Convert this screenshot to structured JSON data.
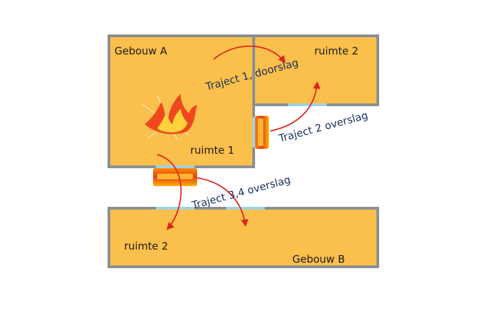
{
  "labels": {
    "gebouw_a": "Gebouw A",
    "gebouw_b": "Gebouw B",
    "ruimte_1": "ruimte 1",
    "ruimte_2_top": "ruimte 2",
    "ruimte_2_bottom": "ruimte 2"
  },
  "trajects": {
    "t1": "Traject 1, doorslag",
    "t2": "Traject 2 overslag",
    "t34": "Traject 3,4 overslag"
  },
  "colors": {
    "room_fill": "#fbbf4b",
    "wall": "#8a8f93",
    "window": "#9bd3e6",
    "arrow": "#e0251c",
    "label_dark": "#16305a",
    "flame_outer": "#f0471e",
    "flame_inner": "#ffd23a"
  },
  "icons": {
    "fire": "flame-icon",
    "heat_plume": "flame-plume-icon"
  }
}
